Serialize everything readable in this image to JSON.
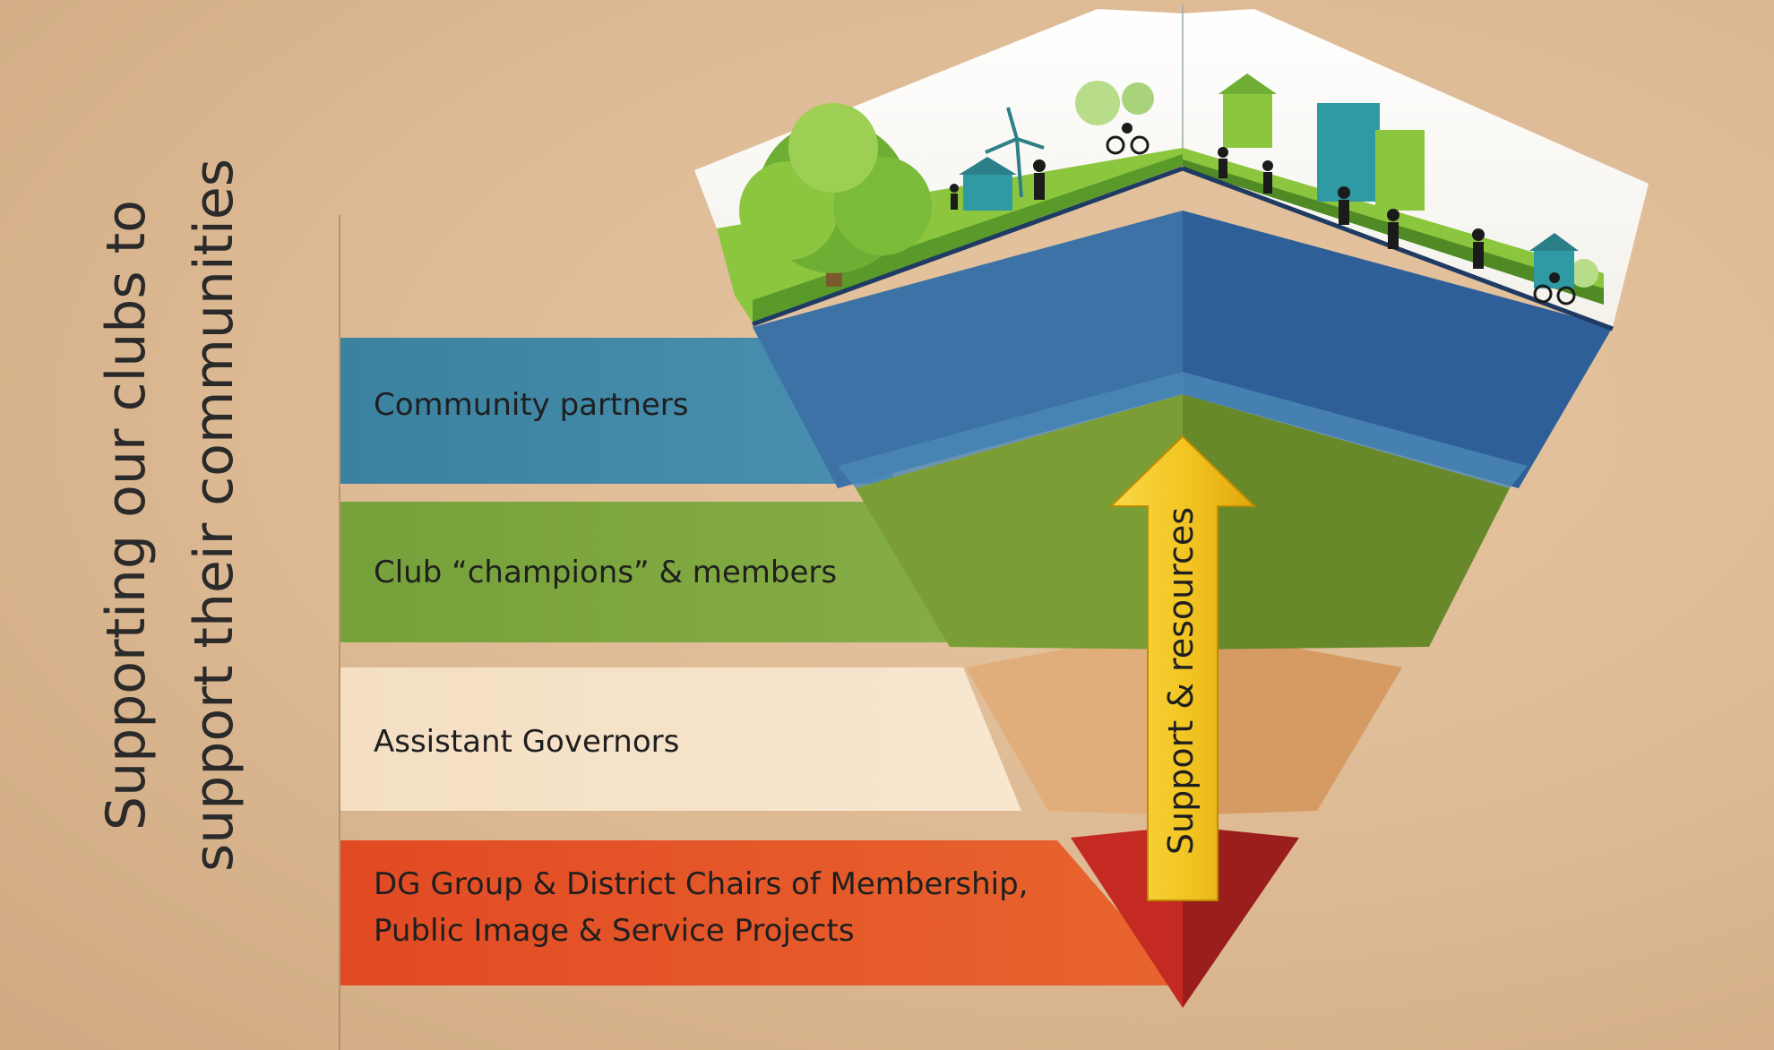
{
  "title": {
    "line1": "Supporting our clubs to",
    "line2": "support their communities"
  },
  "bands": [
    {
      "label": "Community partners",
      "color": "#3f86a3"
    },
    {
      "label": "Club “champions” & members",
      "color": "#7aa23a"
    },
    {
      "label": "Assistant Governors",
      "color": "#f1d8b9"
    },
    {
      "label_line1": "DG Group & District Chairs of Membership,",
      "label_line2": "Public Image & Service Projects",
      "color": "#e0532a"
    }
  ],
  "arrow": {
    "label": "Support & resources",
    "color": "#f3c623"
  },
  "colors": {
    "background": "#ddbb96",
    "funnel_top": "#3566a0",
    "funnel_green": "#6f9530",
    "funnel_tan": "#dea56e",
    "funnel_red": "#b8221f",
    "grass": "#8cc63f"
  }
}
